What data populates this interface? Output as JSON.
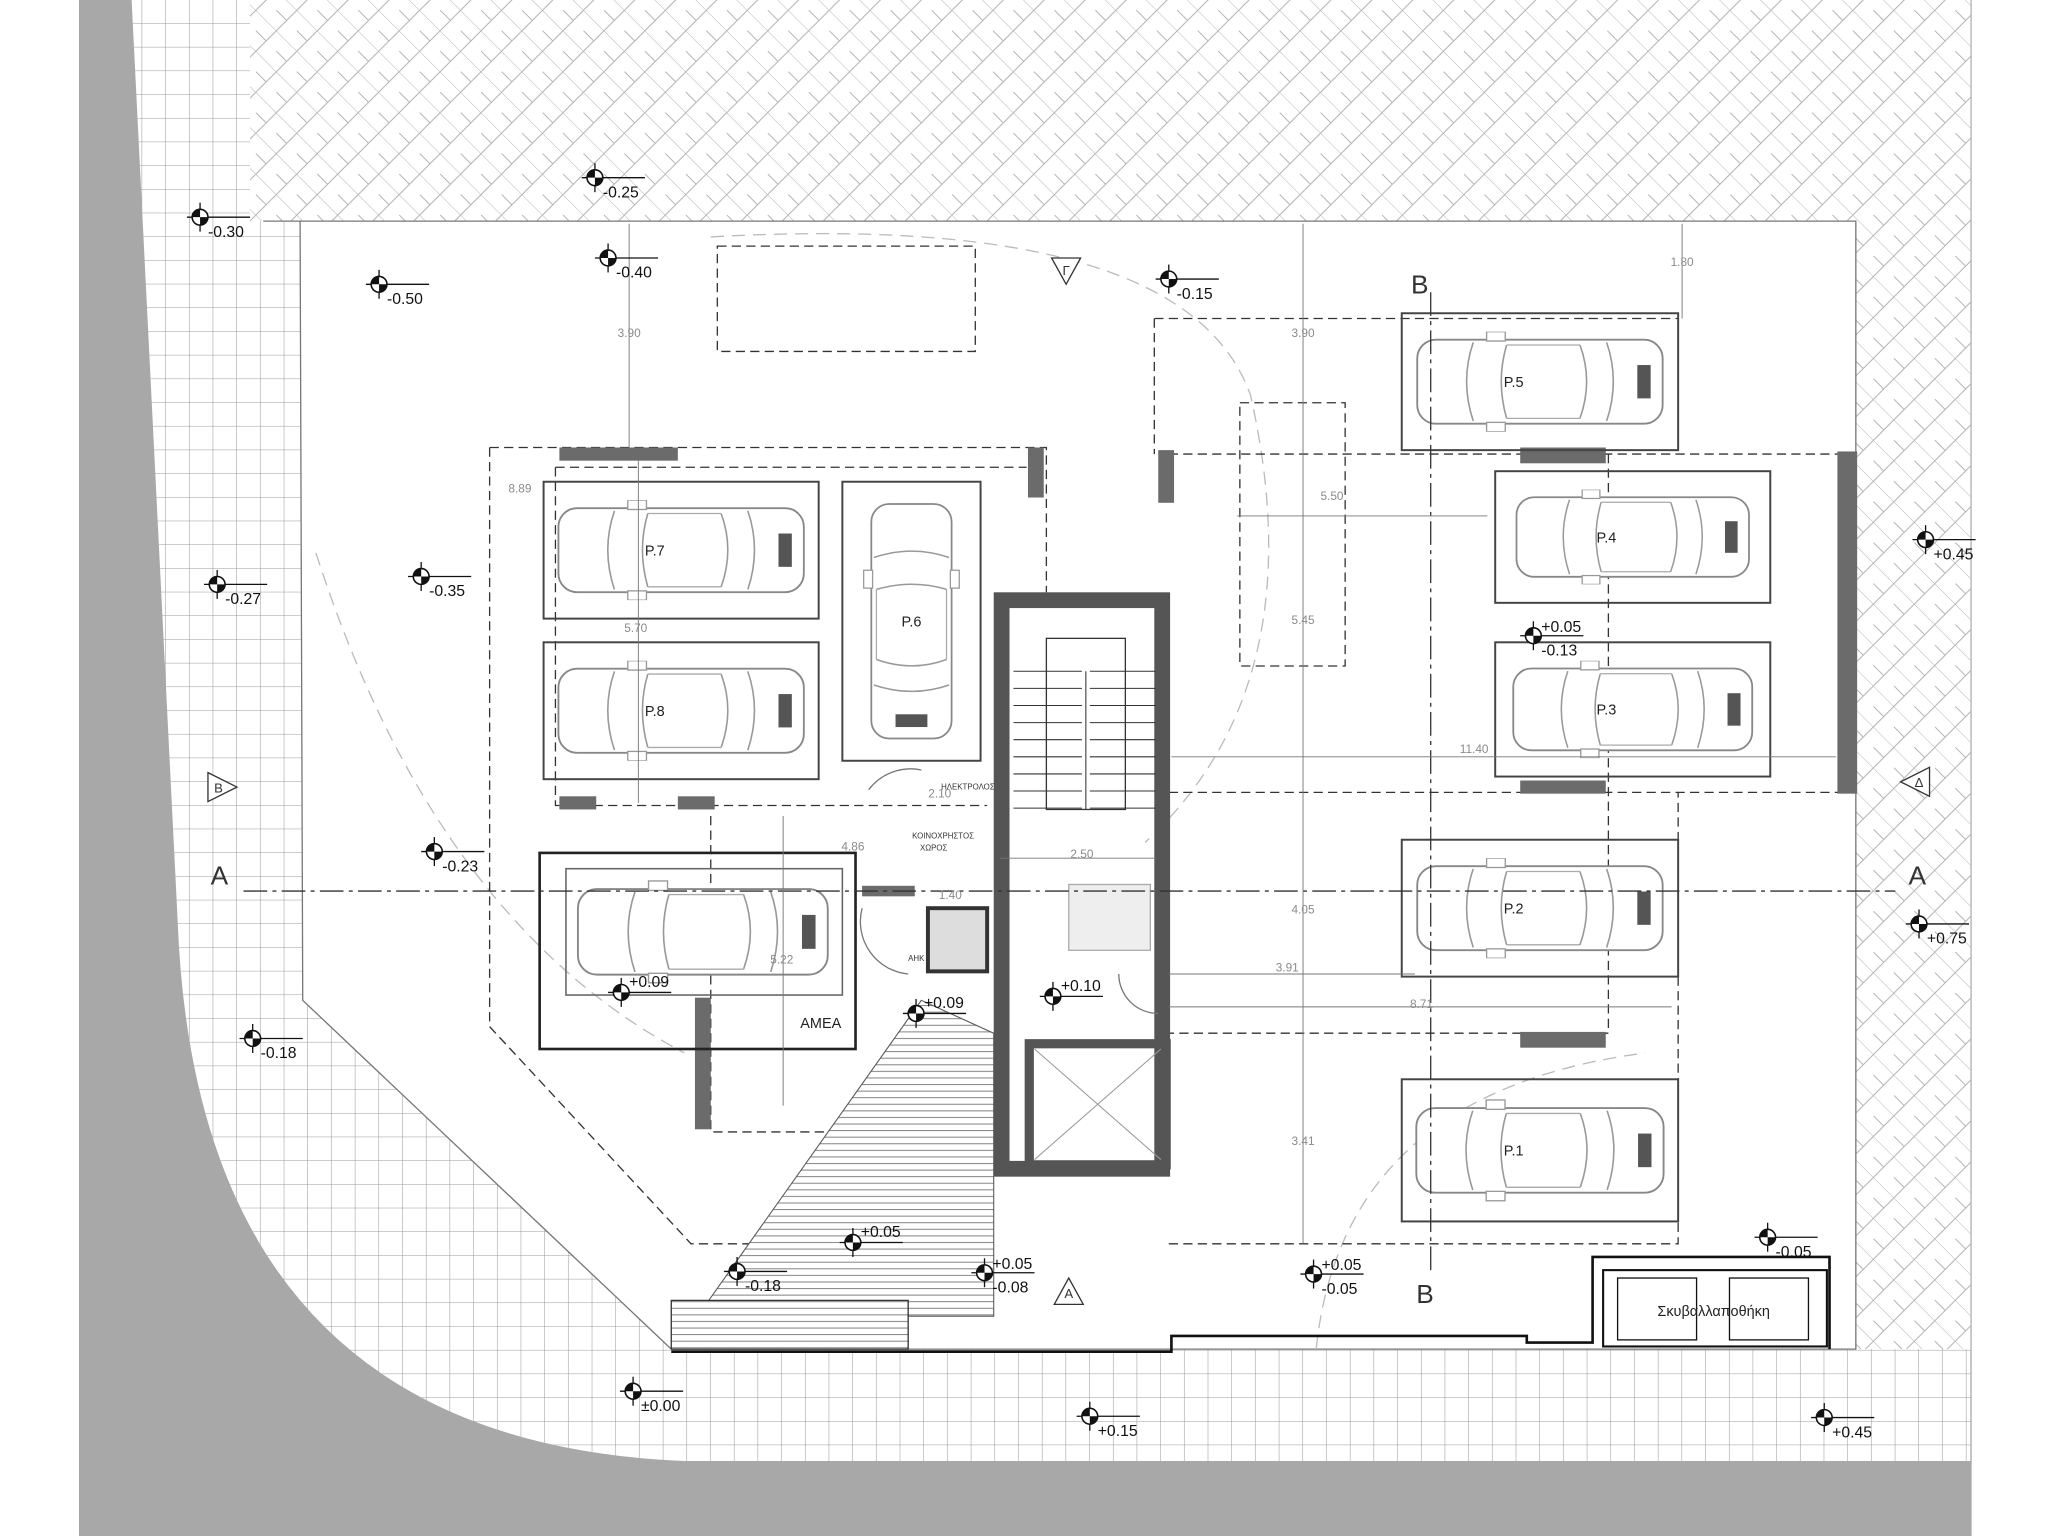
{
  "plan": {
    "parking_spaces": [
      "P.1",
      "P.2",
      "P.3",
      "P.4",
      "P.5",
      "P.6",
      "P.7",
      "P.8"
    ],
    "rooms": {
      "electrical": "ΗΛΕΚΤΡΟΛΟΣ",
      "common_1": "ΚΟΙΝΟΧΡΗΣΤΟΣ",
      "common_2": "ΧΩΡΟΣ",
      "wc": "ΑΗΚ",
      "accessible_parking": "ΑΜΕΑ",
      "refuse_room": "Σκυβαλλαποθήκη"
    },
    "elevations": [
      "-0.25",
      "-0.30",
      "-0.40",
      "-0.50",
      "-0.15",
      "-0.27",
      "-0.35",
      "+0.45",
      "+0.05",
      "-0.13",
      "-0.23",
      "+0.75",
      "+0.09",
      "+0.09",
      "+0.10",
      "-0.18",
      "+0.05",
      "-0.18",
      "+0.05",
      "-0.08",
      "+0.05",
      "-0.05",
      "-0.05",
      "±0.00",
      "+0.15",
      "+0.45"
    ],
    "dimensions": [
      "3.90",
      "3.90",
      "1.80",
      "8.89",
      "5.70",
      "5.50",
      "5.45",
      "11.40",
      "4.86",
      "2.50",
      "1.40",
      "5.22",
      "4.05",
      "3.91",
      "8.71",
      "3.41",
      "2.10"
    ],
    "section_labels": [
      "A",
      "A",
      "B",
      "B"
    ],
    "view_markers": [
      "Γ",
      "B",
      "Δ",
      "A"
    ],
    "colors": {
      "road": "#a8a8a8",
      "wall": "#6b6b6b",
      "line": "#222222"
    }
  }
}
